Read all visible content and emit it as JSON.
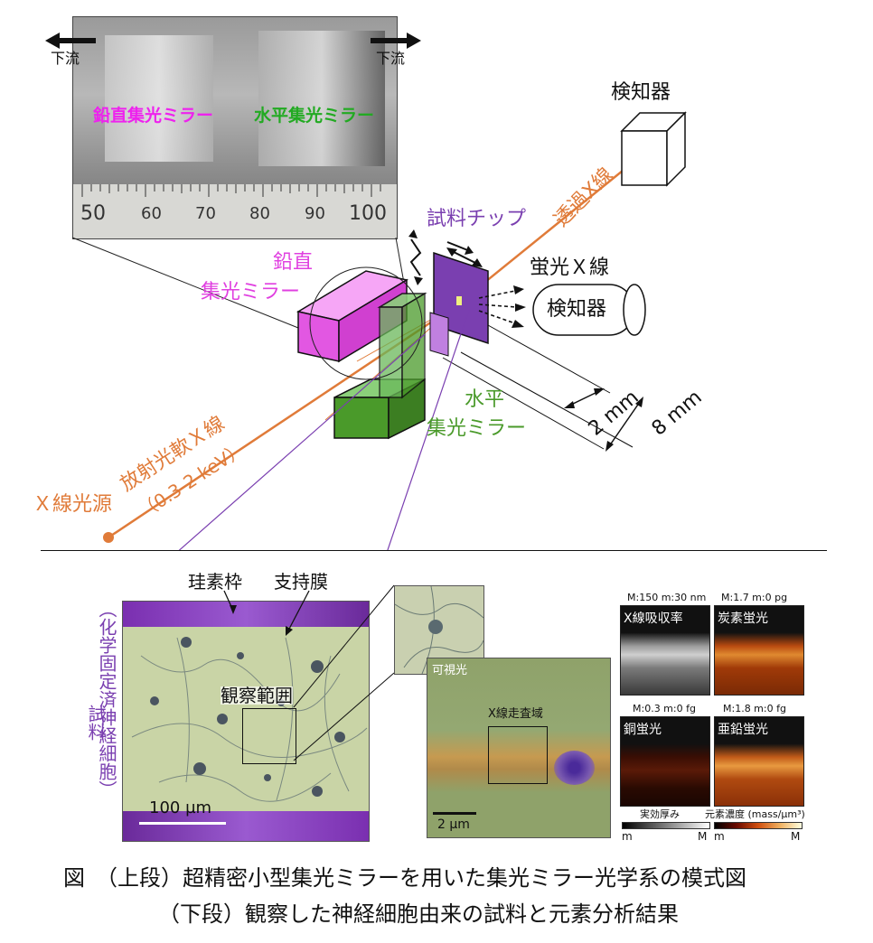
{
  "photo": {
    "downstream_left": "下流",
    "downstream_right": "下流",
    "mirror_vertical": "鉛直集光ミラー",
    "mirror_horizontal": "水平集光ミラー",
    "ruler_ticks": [
      "50",
      "60",
      "70",
      "80",
      "90",
      "100"
    ]
  },
  "optics": {
    "detector_top": "検知器",
    "transmitted_xray": "透過X線",
    "sample_chip": "試料チップ",
    "fluorescence_xray": "蛍光Ｘ線",
    "detector_side": "検知器",
    "vertical_mirror_line1": "鉛直",
    "vertical_mirror_line2": "集光ミラー",
    "horizontal_mirror_line1": "水平",
    "horizontal_mirror_line2": "集光ミラー",
    "radiation_line1": "放射光軟Ｘ線",
    "radiation_line2": "（0.3-2 keV）",
    "xray_source": "Ｘ線光源",
    "dim_2mm": "2 mm",
    "dim_8mm": "8 mm"
  },
  "sample": {
    "vertical_label_line1": "試料",
    "vertical_label_line2": "（化学固定済神経細胞）",
    "silicon_frame": "珪素枠",
    "support_membrane": "支持膜",
    "observation_area": "観察範囲",
    "scalebar_100": "100 µm",
    "visible_light": "可視光",
    "xray_scan_area": "X線走査域",
    "scalebar_2": "2 µm"
  },
  "maps": [
    {
      "range": "M:150 m:30 nm",
      "label": "X線吸収率"
    },
    {
      "range": "M:1.7 m:0 pg",
      "label": "炭素蛍光"
    },
    {
      "range": "M:0.3 m:0 fg",
      "label": "銅蛍光"
    },
    {
      "range": "M:1.8 m:0 fg",
      "label": "亜鉛蛍光"
    }
  ],
  "colorbars": {
    "thickness_label": "実効厚み",
    "concentration_label": "元素濃度 (mass/µm³)",
    "m": "m",
    "M": "M"
  },
  "caption": {
    "line1": "図　（上段）超精密小型集光ミラーを用いた集光ミラー光学系の模式図",
    "line2": "（下段）観察した神経細胞由来の試料と元素分析結果"
  },
  "colors": {
    "orange": "#e07b39",
    "magenta": "#e040e0",
    "green": "#4a9a2a",
    "purple": "#7a3fb0"
  }
}
